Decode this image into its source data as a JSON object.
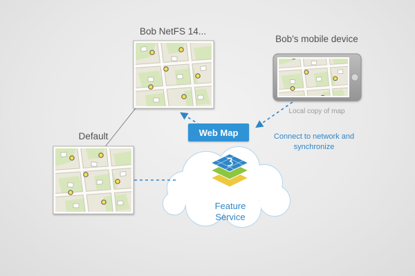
{
  "labels": {
    "netfs_map": "Bob NetFS 14...",
    "mobile_device": "Bob's mobile device",
    "local_copy_caption": "Local copy of map",
    "default_map": "Default",
    "web_map": "Web Map",
    "feature_service": "Feature Service",
    "connect_note": "Connect to network and synchronize"
  },
  "colors": {
    "accent_blue": "#2e86c8",
    "web_map_bg": "#2f93d6",
    "label_gray": "#4f4f4f",
    "caption_gray": "#9a9a9a",
    "cloud_outline": "#b9d8ee",
    "map_poi_yellow": "#ffe14d",
    "layer_top_blue": "#2e86c8",
    "layer_middle_green": "#8dc63f",
    "layer_bottom_yellow": "#eec93e"
  },
  "icons": {
    "cloud": "cloud-shape",
    "feature_service_layers": "stacked-map-layers",
    "tablet": "mobile-tablet-device",
    "map_thumbnail": "street-map-preview",
    "arrows": "dashed-sync-arrows"
  }
}
